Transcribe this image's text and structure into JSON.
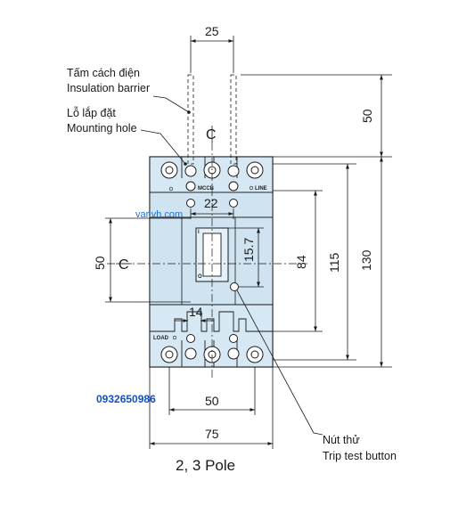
{
  "labels": {
    "insulation_vi": "Tấm cách điện",
    "insulation_en": "Insulation barrier",
    "mounting_vi": "Lỗ lắp đặt",
    "mounting_en": "Mounting hole",
    "trip_vi": "Nút thử",
    "trip_en": "Trip test button",
    "mccb": "MCCB",
    "line": "LINE",
    "load": "LOAD",
    "on_mark": "I",
    "off_mark": "O",
    "caption": "2, 3 Pole",
    "watermark": "var.vh.com",
    "phone": "0932650986"
  },
  "dimensions": {
    "top_pitch": "25",
    "barrier_height": "50",
    "inner_center": "22",
    "handle_offset": "15.7",
    "mount_vertical": "50",
    "inner_height": "84",
    "body_height": "115",
    "overall_height": "130",
    "slot_width": "14",
    "mount_horizontal": "50",
    "overall_width": "75"
  },
  "colors": {
    "body_fill": "#cfe3f1",
    "body_light": "#e4f0f8",
    "line_color": "#1a1a1a",
    "watermark_color": "#1f6fd1"
  }
}
